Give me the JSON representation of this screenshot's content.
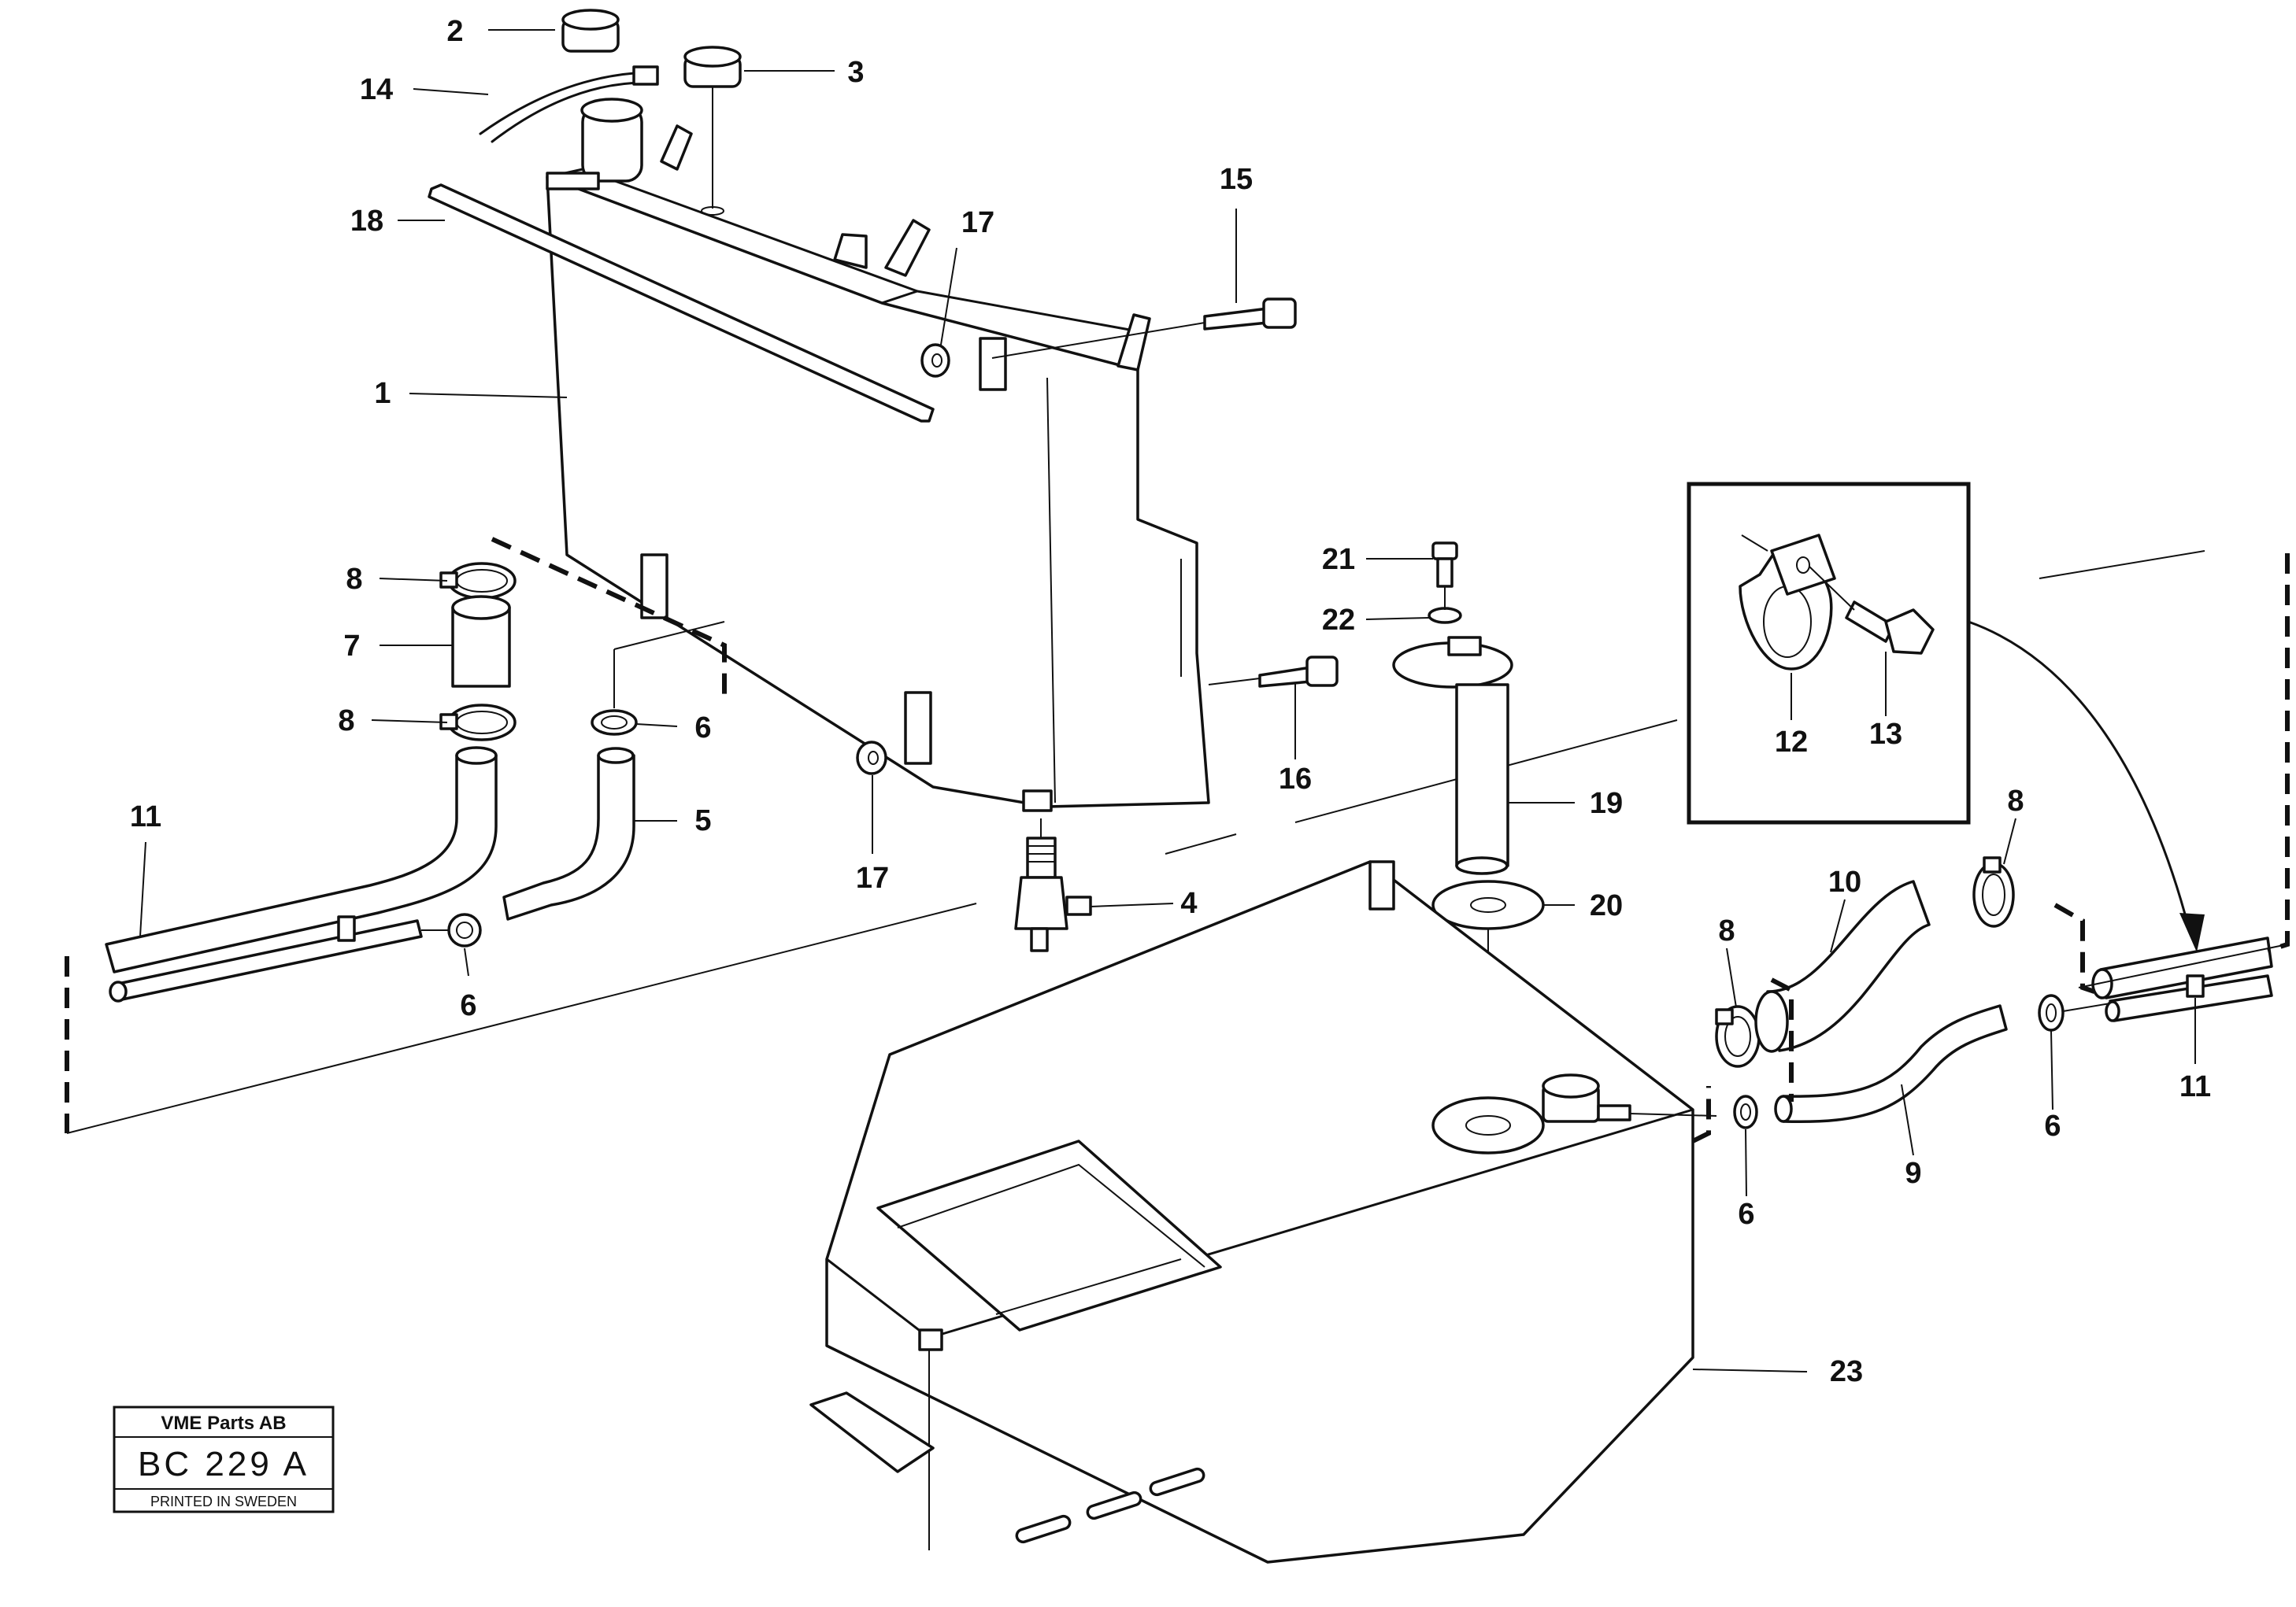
{
  "diagram": {
    "callouts": [
      {
        "id": "c2",
        "text": "2"
      },
      {
        "id": "c3",
        "text": "3"
      },
      {
        "id": "c14",
        "text": "14"
      },
      {
        "id": "c18",
        "text": "18"
      },
      {
        "id": "c17a",
        "text": "17"
      },
      {
        "id": "c15",
        "text": "15"
      },
      {
        "id": "c1",
        "text": "1"
      },
      {
        "id": "c8a",
        "text": "8"
      },
      {
        "id": "c7",
        "text": "7"
      },
      {
        "id": "c8b",
        "text": "8"
      },
      {
        "id": "c6a",
        "text": "6"
      },
      {
        "id": "c11a",
        "text": "11"
      },
      {
        "id": "c5",
        "text": "5"
      },
      {
        "id": "c6b",
        "text": "6"
      },
      {
        "id": "c17b",
        "text": "17"
      },
      {
        "id": "c4",
        "text": "4"
      },
      {
        "id": "c21",
        "text": "21"
      },
      {
        "id": "c22",
        "text": "22"
      },
      {
        "id": "c16",
        "text": "16"
      },
      {
        "id": "c19",
        "text": "19"
      },
      {
        "id": "c20",
        "text": "20"
      },
      {
        "id": "c12",
        "text": "12"
      },
      {
        "id": "c13",
        "text": "13"
      },
      {
        "id": "c8c",
        "text": "8"
      },
      {
        "id": "c10",
        "text": "10"
      },
      {
        "id": "c8d",
        "text": "8"
      },
      {
        "id": "c11b",
        "text": "11"
      },
      {
        "id": "c6c",
        "text": "6"
      },
      {
        "id": "c9",
        "text": "9"
      },
      {
        "id": "c6d",
        "text": "6"
      },
      {
        "id": "c23",
        "text": "23"
      }
    ]
  },
  "title_block": {
    "company": "VME Parts AB",
    "code": "BC 229 A",
    "footer": "PRINTED IN SWEDEN"
  }
}
